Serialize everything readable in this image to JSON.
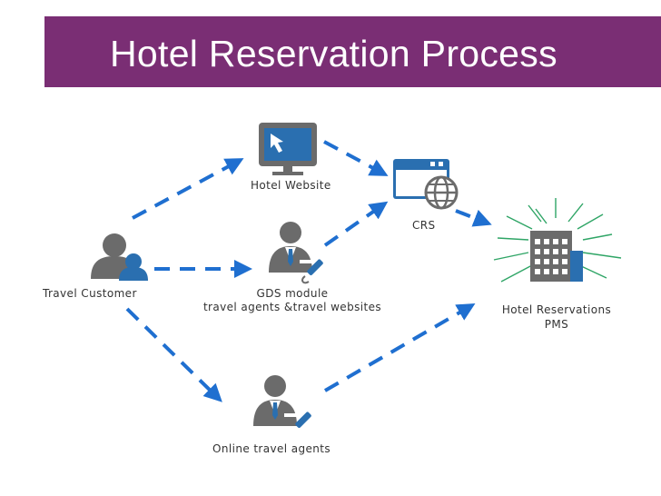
{
  "title": "Hotel Reservation Process",
  "colors": {
    "title_bg": "#7a2e74",
    "arrow": "#1f6fd0",
    "icon_gray": "#6b6b6b",
    "icon_blue": "#2a6fb0",
    "ray_green": "#2fa566"
  },
  "nodes": {
    "travel_customer": {
      "label": "Travel Customer",
      "icon": "customer-icon"
    },
    "hotel_website": {
      "label": "Hotel Website",
      "icon": "monitor-icon"
    },
    "gds_module": {
      "label_line1": "GDS module",
      "label_line2": "travel agents &travel websites",
      "icon": "agent-icon"
    },
    "online_travel_agents": {
      "label": "Online travel agents",
      "icon": "agent-icon"
    },
    "crs": {
      "label": "CRS",
      "icon": "web-globe-icon"
    },
    "hotel_pms": {
      "label_line1": "Hotel Reservations",
      "label_line2": "PMS",
      "icon": "hotel-building-icon"
    }
  },
  "edges": [
    {
      "from": "travel_customer",
      "to": "hotel_website"
    },
    {
      "from": "travel_customer",
      "to": "gds_module"
    },
    {
      "from": "travel_customer",
      "to": "online_travel_agents"
    },
    {
      "from": "hotel_website",
      "to": "crs"
    },
    {
      "from": "gds_module",
      "to": "crs"
    },
    {
      "from": "crs",
      "to": "hotel_pms"
    },
    {
      "from": "online_travel_agents",
      "to": "hotel_pms"
    }
  ]
}
